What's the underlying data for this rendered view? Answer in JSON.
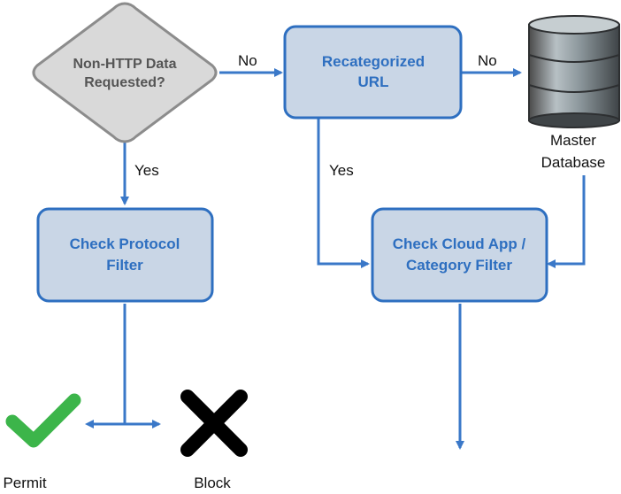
{
  "colors": {
    "box_fill": "#c9d6e6",
    "box_stroke": "#2e6fc0",
    "edge": "#3a78c8",
    "decision_fill": "#d9d9d9",
    "decision_stroke": "#8c8c8c",
    "permit": "#3cb54a",
    "block": "#000000"
  },
  "nodes": {
    "decision": {
      "line1": "Non-HTTP Data",
      "line2": "Requested?"
    },
    "recategorized": {
      "line1": "Recategorized",
      "line2": "URL"
    },
    "protocol": {
      "line1": "Check Protocol",
      "line2": "Filter"
    },
    "cloud": {
      "line1": "Check Cloud App /",
      "line2": "Category Filter"
    },
    "database": {
      "line1": "Master",
      "line2": "Database",
      "icon": "database-icon"
    }
  },
  "edges": {
    "decision_to_recat": "No",
    "recat_to_db": "No",
    "decision_to_protocol": "Yes",
    "recat_to_cloud": "Yes"
  },
  "outcomes": {
    "permit": {
      "label": "Permit",
      "icon": "checkmark-icon"
    },
    "block": {
      "label": "Block",
      "icon": "x-mark-icon"
    }
  }
}
